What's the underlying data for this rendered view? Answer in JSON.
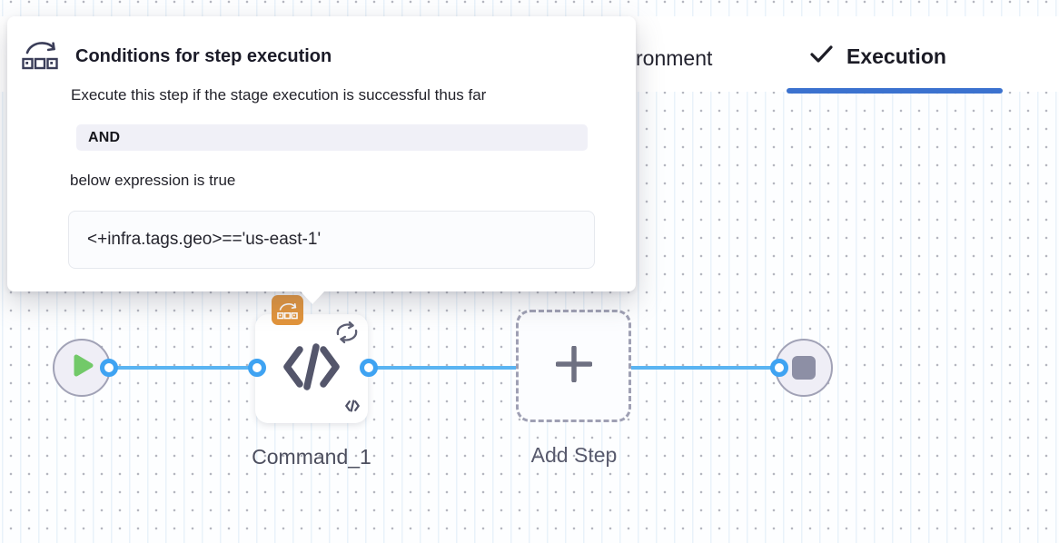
{
  "popover": {
    "icon": "conditional-execution-icon",
    "title": "Conditions for step execution",
    "description": "Execute this step if the stage execution is successful thus far",
    "operator": "AND",
    "expression_label": "below expression is true",
    "expression": "<+infra.tags.geo>=='us-east-1'"
  },
  "tabs": {
    "environment_label": "ronment",
    "execution_label": "Execution"
  },
  "pipeline": {
    "step_label": "Command_1",
    "add_step_label": "Add Step"
  },
  "colors": {
    "tab_accent_blue": "#3B72CF",
    "connector_blue": "#5AB4F2",
    "condition_badge_orange": "#E2943B",
    "play_green": "#72C969",
    "icon_slate": "#54566B"
  }
}
